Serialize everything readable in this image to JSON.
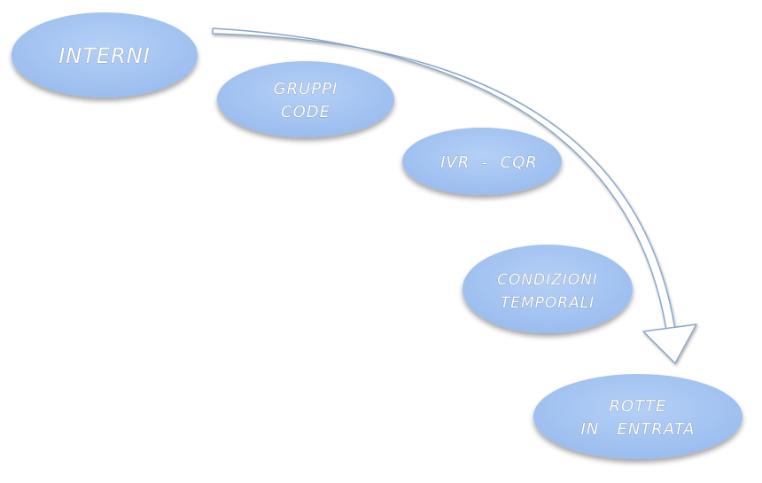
{
  "diagram": {
    "colors": {
      "node_fill": "#a3c4f2",
      "arrow_fill": "#ffffff",
      "arrow_stroke": "#8aa7c8",
      "text": "#ffffff"
    },
    "nodes": [
      {
        "id": "interni",
        "lines": [
          "INTERNI"
        ]
      },
      {
        "id": "gruppi-code",
        "lines": [
          "GRUPPI",
          "CODE"
        ]
      },
      {
        "id": "ivr-cqr",
        "lines": [
          "IVR  -  CQR"
        ]
      },
      {
        "id": "condizioni-temporali",
        "lines": [
          "CONDIZIONI",
          "TEMPORALI"
        ]
      },
      {
        "id": "rotte-in-entrata",
        "lines": [
          "ROTTE",
          "IN   ENTRATA"
        ]
      }
    ]
  }
}
